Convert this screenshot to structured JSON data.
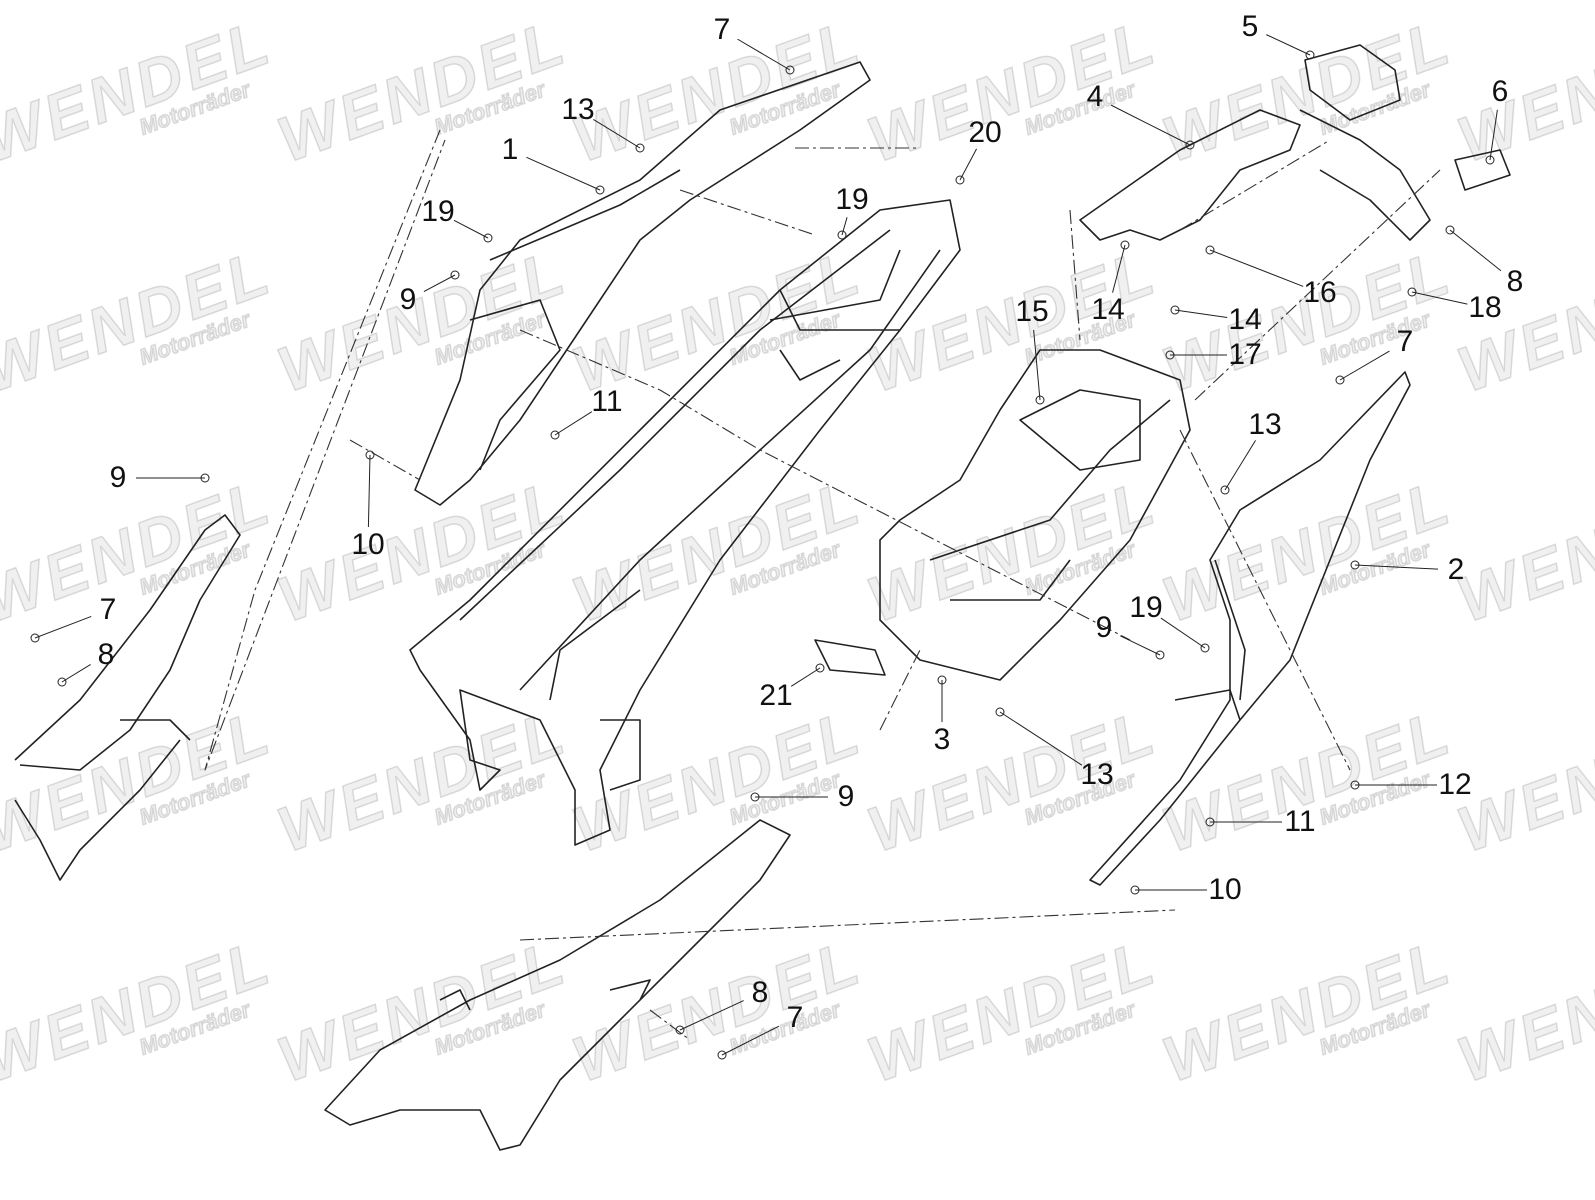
{
  "diagram": {
    "watermark": {
      "brand": "WENDEL",
      "sub": "Motorräder"
    },
    "callouts": [
      {
        "label": "7"
      },
      {
        "label": "13"
      },
      {
        "label": "1"
      },
      {
        "label": "19"
      },
      {
        "label": "9"
      },
      {
        "label": "20"
      },
      {
        "label": "19"
      },
      {
        "label": "5"
      },
      {
        "label": "4"
      },
      {
        "label": "6"
      },
      {
        "label": "16"
      },
      {
        "label": "8"
      },
      {
        "label": "18"
      },
      {
        "label": "14"
      },
      {
        "label": "14"
      },
      {
        "label": "15"
      },
      {
        "label": "17"
      },
      {
        "label": "11"
      },
      {
        "label": "7"
      },
      {
        "label": "13"
      },
      {
        "label": "9"
      },
      {
        "label": "10"
      },
      {
        "label": "2"
      },
      {
        "label": "7"
      },
      {
        "label": "8"
      },
      {
        "label": "19"
      },
      {
        "label": "9"
      },
      {
        "label": "21"
      },
      {
        "label": "3"
      },
      {
        "label": "13"
      },
      {
        "label": "12"
      },
      {
        "label": "9"
      },
      {
        "label": "11"
      },
      {
        "label": "10"
      },
      {
        "label": "8"
      },
      {
        "label": "7"
      }
    ]
  }
}
